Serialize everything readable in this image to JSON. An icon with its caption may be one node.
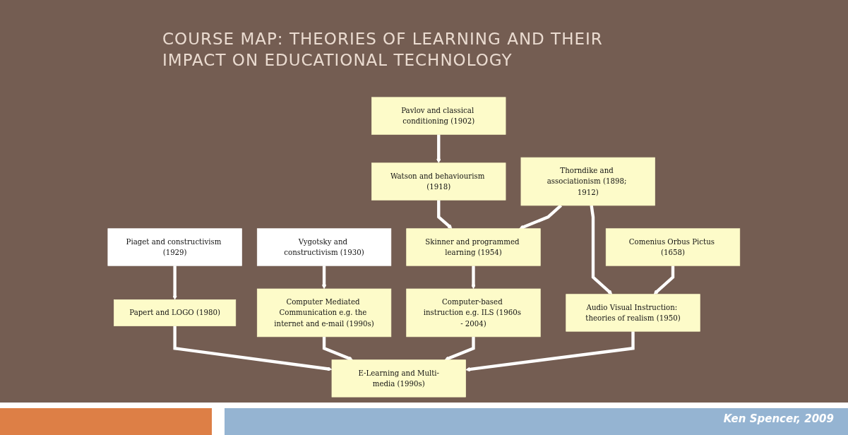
{
  "diagram": {
    "title": "COURSE MAP: THEORIES OF LEARNING AND THEIR IMPACT ON EDUCATIONAL TECHNOLOGY",
    "caption": "Ken Spencer, 2009",
    "nodes": [
      {
        "text": [
          "Comenius Orbus Pictus (1658)"
        ]
      },
      {
        "text": [
          "Pavlov and classical conditioning (1902)"
        ]
      },
      {
        "text": [
          "Thorndike and associationism (1898; 1912)"
        ]
      },
      {
        "text": [
          "Piaget and constructivism (1929)"
        ]
      },
      {
        "text": [
          "Vygotsky and constructivism (1930)"
        ]
      },
      {
        "text": [
          "Watson and behaviourism (1918)"
        ]
      },
      {
        "text": [
          "Skinner and programmed learning (1954)"
        ]
      },
      {
        "text": [
          "Audio Visual Instruction: theories of realism (1950)"
        ]
      },
      {
        "text": [
          "Computer-based instruction e.g. ILS (1960s - 2004)"
        ]
      },
      {
        "text": [
          "Papert and LOGO (1980)"
        ]
      },
      {
        "text": [
          "Computer Mediated Communication e.g. the internet and e-mail (1990s)"
        ]
      },
      {
        "text": [
          "E-Learning and Multi-media (1990s)"
        ]
      }
    ],
    "edges": [
      {
        "from": 1,
        "to": 5,
        "arrow": "to"
      },
      {
        "from": 5,
        "to": 6,
        "arrow": "to"
      },
      {
        "from": 2,
        "to": 6,
        "arrow": "to"
      },
      {
        "from": 2,
        "to": 7,
        "arrow": "to"
      },
      {
        "from": 0,
        "to": 7,
        "arrow": "to"
      },
      {
        "from": 6,
        "to": 8,
        "arrow": "to"
      },
      {
        "from": 3,
        "to": 9,
        "arrow": "to"
      },
      {
        "from": 4,
        "to": 10,
        "arrow": "to"
      },
      {
        "from": 9,
        "to": 11,
        "arrow": "to"
      },
      {
        "from": 10,
        "to": 11,
        "arrow": "to"
      },
      {
        "from": 8,
        "to": 11,
        "arrow": "to"
      },
      {
        "from": 7,
        "to": 11,
        "arrow": "to"
      }
    ]
  }
}
